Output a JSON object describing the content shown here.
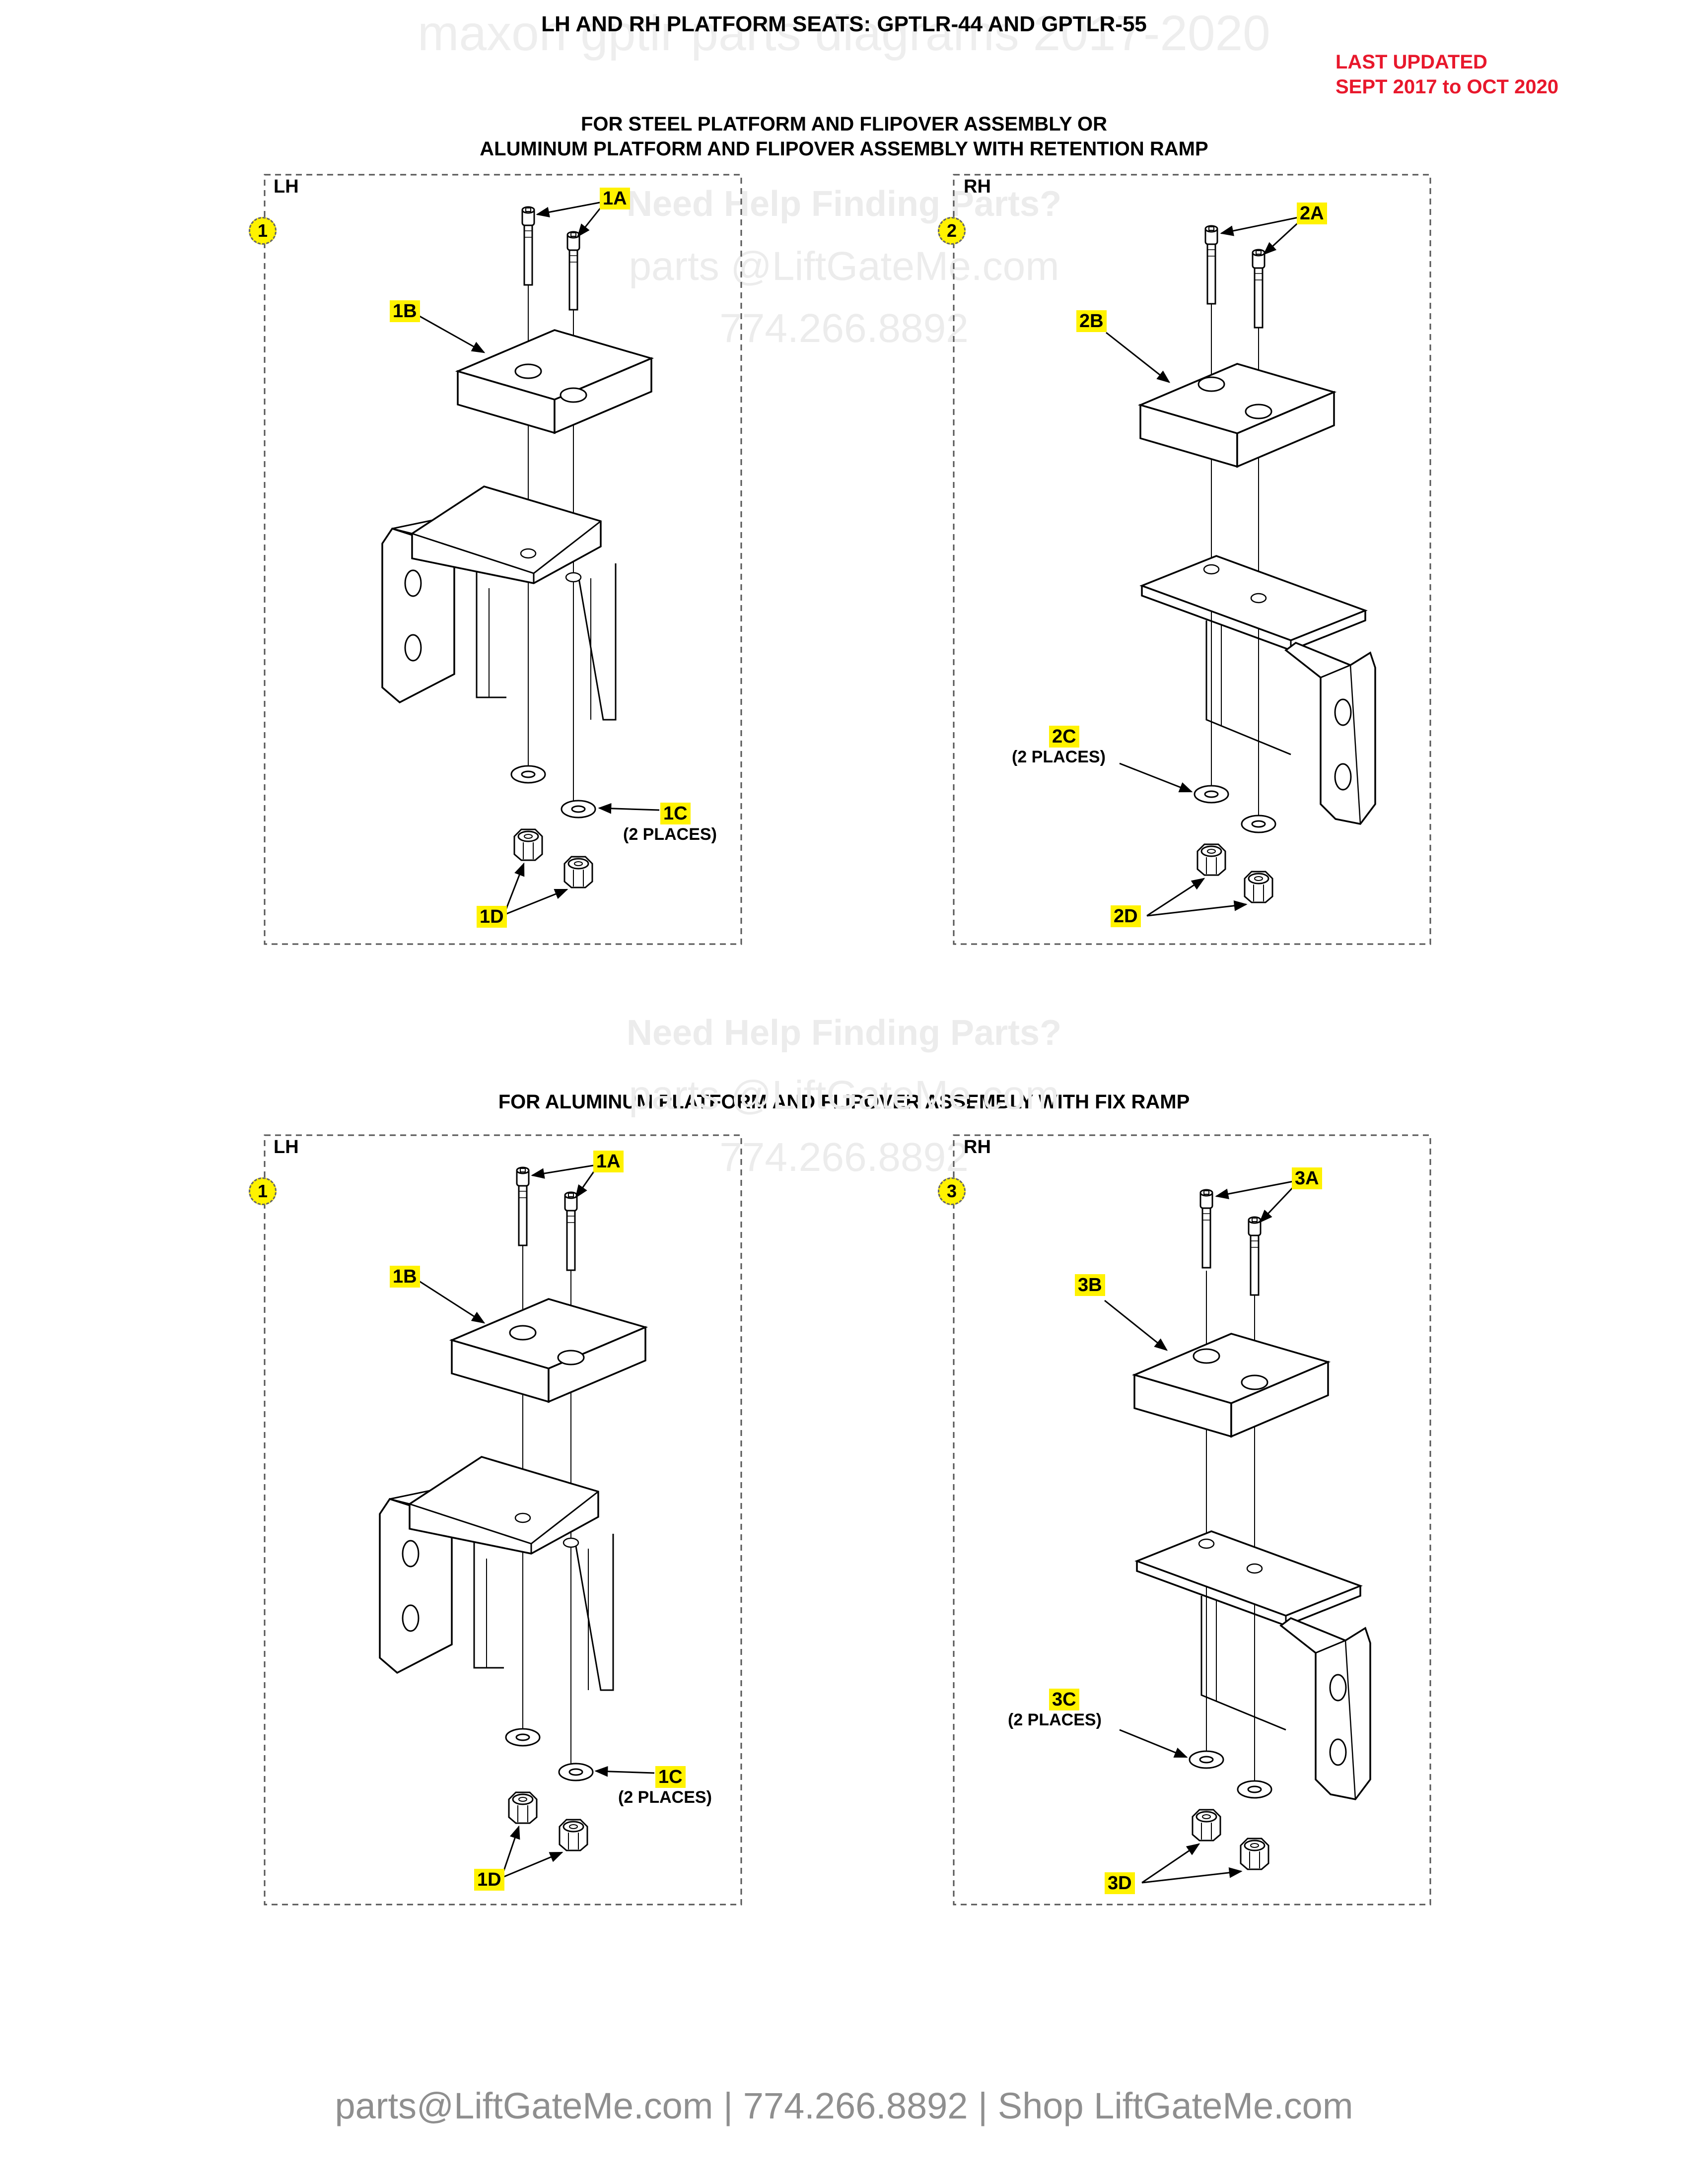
{
  "watermark_top": "maxon gptlr parts diagrams 2017-2020",
  "title": "LH AND RH PLATFORM SEATS: GPTLR-44 AND GPTLR-55",
  "last_updated": {
    "line1": "LAST UPDATED",
    "line2": "SEPT 2017 to OCT 2020",
    "color": "#e8182c"
  },
  "section1": {
    "line1": "FOR STEEL PLATFORM AND FLIPOVER ASSEMBLY OR",
    "line2": "ALUMINUM PLATFORM AND FLIPOVER ASSEMBLY WITH RETENTION RAMP"
  },
  "section2": {
    "line1": "FOR ALUMINUM PLATFORM AND FLIPOVER ASSEMBLY WITH FIX RAMP"
  },
  "watermark": {
    "help": "Need Help Finding Parts?",
    "email": "parts @LiftGateMe.com",
    "phone": "774.266.8892"
  },
  "panels": [
    {
      "side": "LH",
      "item": "1",
      "a": "1A",
      "b": "1B",
      "c": "1C",
      "c_note": "(2 PLACES)",
      "d": "1D"
    },
    {
      "side": "RH",
      "item": "2",
      "a": "2A",
      "b": "2B",
      "c": "2C",
      "c_note": "(2 PLACES)",
      "d": "2D"
    },
    {
      "side": "LH",
      "item": "1",
      "a": "1A",
      "b": "1B",
      "c": "1C",
      "c_note": "(2 PLACES)",
      "d": "1D"
    },
    {
      "side": "RH",
      "item": "3",
      "a": "3A",
      "b": "3B",
      "c": "3C",
      "c_note": "(2 PLACES)",
      "d": "3D"
    }
  ],
  "footer": "parts@LiftGateMe.com | 774.266.8892 | Shop LiftGateMe.com",
  "colors": {
    "highlight": "#fff200",
    "line": "#000000",
    "watermark": "#ececec",
    "footer": "#8f8f8f"
  }
}
